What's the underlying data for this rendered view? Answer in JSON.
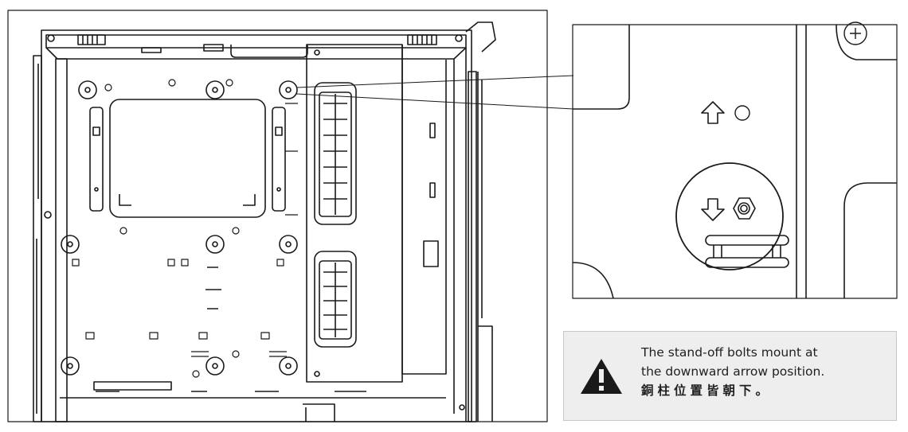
{
  "note": {
    "line1": "The stand-off bolts mount at",
    "line2": "the downward arrow position.",
    "line3": "銅柱位置皆朝下。"
  },
  "icons": {
    "warning": "warning-triangle-icon",
    "up_arrow": "up-arrow-icon",
    "down_arrow": "down-arrow-icon"
  },
  "colors": {
    "line": "#1a1a1a",
    "note_background": "#eeeeee",
    "note_border": "#c8c8c8"
  }
}
